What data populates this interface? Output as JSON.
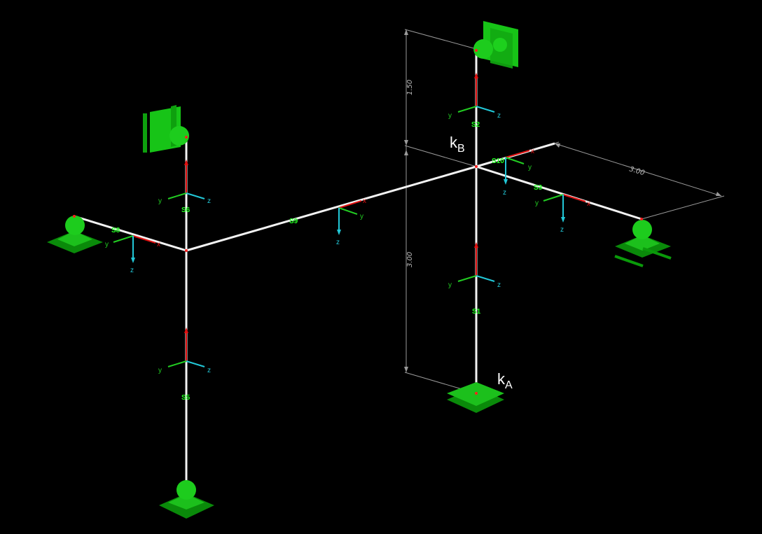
{
  "members": [
    {
      "id": "S1",
      "label": "S1"
    },
    {
      "id": "S2",
      "label": "S2"
    },
    {
      "id": "S3",
      "label": "S3"
    },
    {
      "id": "S5",
      "label": "S5"
    },
    {
      "id": "S6",
      "label": "S6"
    },
    {
      "id": "S8",
      "label": "S8"
    },
    {
      "id": "S9",
      "label": "S9"
    },
    {
      "id": "S10",
      "label": "S10"
    }
  ],
  "dimensions": {
    "vertical_upper": "1.50",
    "vertical_lower": "3.00",
    "horizontal_right": "3.00"
  },
  "axis_labels": {
    "x": "x",
    "y": "y",
    "z": "z"
  },
  "springs": {
    "kA": {
      "letter": "k",
      "sub": "A"
    },
    "kB": {
      "letter": "k",
      "sub": "B"
    }
  },
  "colors": {
    "background": "#000000",
    "member": "#f2f2f2",
    "support": "#1dbb1d",
    "support_light": "#22ff22",
    "axis_x": "#e01010",
    "axis_y": "#22cc22",
    "axis_z": "#22c8d8",
    "dimension": "#9a9a9a"
  }
}
